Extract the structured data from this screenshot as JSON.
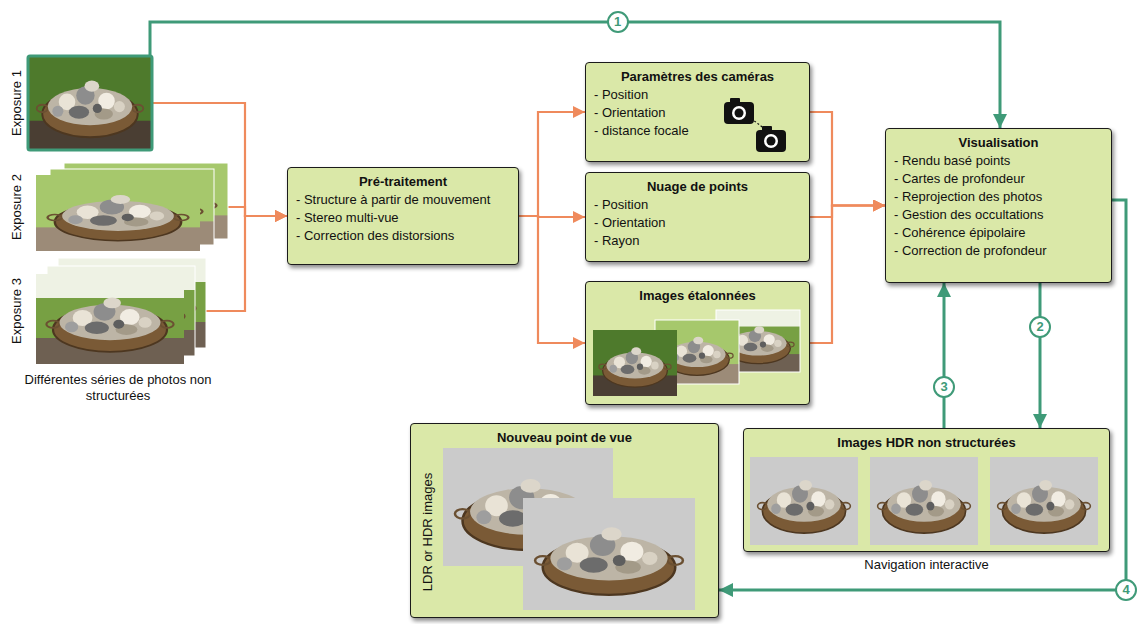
{
  "diagram": {
    "nodes": [
      {
        "text": [
          "Exposure 1"
        ]
      },
      {
        "text": [
          "Exposure 2"
        ]
      },
      {
        "text": [
          "Exposure 3"
        ]
      },
      {
        "text": [
          "Pré-traitement",
          "- Structure à partir de mouvement",
          "- Stereo multi-vue",
          "- Correction des distorsions"
        ]
      },
      {
        "text": [
          "Paramètres des caméras",
          "- Position",
          "- Orientation",
          "- distance focale"
        ]
      },
      {
        "text": [
          "Nuage de points",
          "- Position",
          "- Orientation",
          "- Rayon"
        ]
      },
      {
        "text": [
          "Images étalonnées"
        ]
      },
      {
        "text": [
          "Visualisation",
          "- Rendu basé points",
          "- Cartes de profondeur",
          "- Reprojection des photos",
          "- Gestion des occultations",
          "- Cohérence épipolaire",
          "- Correction de profondeur"
        ]
      },
      {
        "text": [
          "Nouveau point de vue",
          "LDR or HDR images"
        ]
      },
      {
        "text": [
          "Images HDR non structurées",
          "Navigation interactive"
        ]
      }
    ],
    "edges": [
      {
        "from": 0,
        "to": 3,
        "arrow": "to"
      },
      {
        "from": 1,
        "to": 3,
        "arrow": "to"
      },
      {
        "from": 2,
        "to": 3,
        "arrow": "to"
      },
      {
        "from": 3,
        "to": 4,
        "arrow": "to"
      },
      {
        "from": 3,
        "to": 5,
        "arrow": "to"
      },
      {
        "from": 3,
        "to": 6,
        "arrow": "to"
      },
      {
        "from": 4,
        "to": 7,
        "arrow": "to"
      },
      {
        "from": 5,
        "to": 7,
        "arrow": "to"
      },
      {
        "from": 6,
        "to": 7,
        "arrow": "to"
      },
      {
        "from": 0,
        "to": 7,
        "label": "1",
        "arrow": "to"
      },
      {
        "from": 7,
        "to": 9,
        "label": "2",
        "arrow": "to"
      },
      {
        "from": 9,
        "to": 7,
        "label": "3",
        "arrow": "to"
      },
      {
        "from": 7,
        "to": 8,
        "label": "4",
        "arrow": "to"
      }
    ],
    "labels": [
      "Différentes séries de photos non structurées"
    ]
  }
}
